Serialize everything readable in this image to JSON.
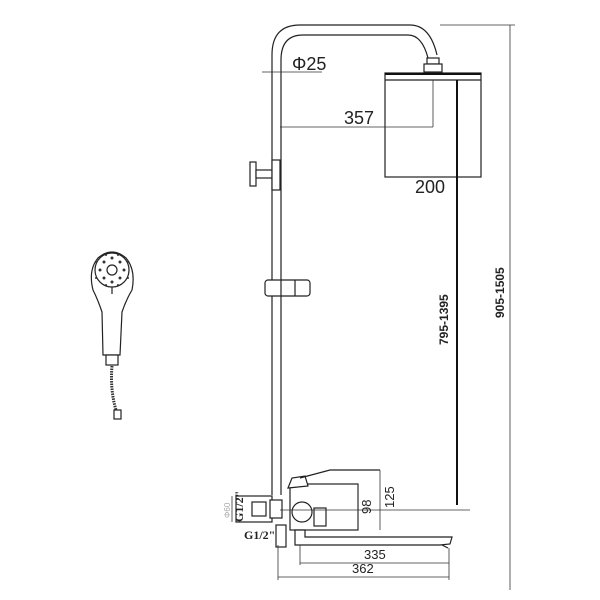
{
  "dimensions": {
    "pipe_diameter": "Φ25",
    "head_offset": "357",
    "head_width": "200",
    "head_height_range": "795-1395",
    "total_height_range": "905-1505",
    "mixer_height_98": "98",
    "mixer_height_125": "125",
    "spout_length": "335",
    "spout_reach": "362",
    "thread_vertical": "G1/2\"",
    "thread_horizontal": "G1/2\"",
    "eccentric_diameter": "Φ60"
  }
}
